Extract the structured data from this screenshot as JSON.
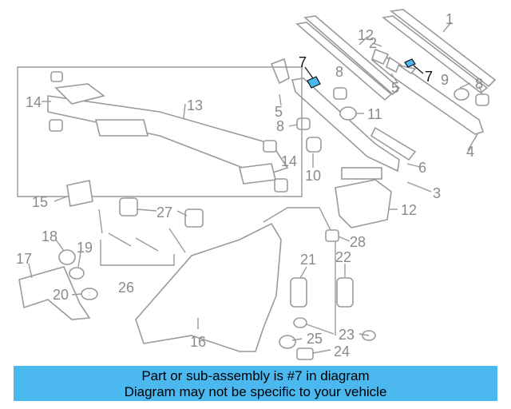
{
  "callouts": {
    "c1": "1",
    "c2a": "2",
    "c1b": "1",
    "c2b": "2",
    "c7a": "7",
    "c7b": "7",
    "c8a": "8",
    "c8b": "8",
    "c8c": "8",
    "c9": "9",
    "c5a": "5",
    "c5b": "5",
    "c11": "11",
    "c13": "13",
    "c14a": "14",
    "c14b": "14",
    "c4": "4",
    "c6": "6",
    "c3": "3",
    "c10": "10",
    "c12": "12",
    "c15": "15",
    "c27": "27",
    "c18": "18",
    "c19": "19",
    "c17": "17",
    "c20": "20",
    "c26": "26",
    "c28": "28",
    "c21": "21",
    "c22": "22",
    "c16": "16",
    "c23": "23",
    "c25": "25",
    "c24": "24"
  },
  "highlight_color": "#4cb8f0",
  "banner": {
    "line1": "Part or sub-assembly is #7 in diagram",
    "line2": "Diagram may not be specific to your vehicle"
  }
}
